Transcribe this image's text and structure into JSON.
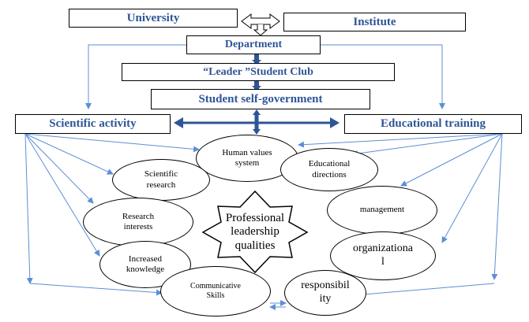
{
  "boxes": {
    "university": "University",
    "institute": "Institute",
    "department": "Department",
    "club": "“Leader ”Student Club",
    "self_government": "Student self-government",
    "scientific_activity": "Scientific activity",
    "educational_training": "Educational training"
  },
  "ellipses": {
    "human_values": "Human values\nsystem",
    "scientific_research": "Scientific\nresearch",
    "educational_directions": "Educational\ndirections",
    "research_interests": "Research\ninterests",
    "management": "management",
    "increased_knowledge": "Increased\nknowledge",
    "organizational": "organizationa\nl",
    "communicative_skills": "Communicative\nSkills",
    "responsibility": "responsibil\nity"
  },
  "center": {
    "label": "Professional\nleadership\nqualities"
  },
  "colors": {
    "box_text": "#2e5597",
    "arrow_blue": "#2e5597",
    "thin_arrow": "#5b8fd6"
  }
}
